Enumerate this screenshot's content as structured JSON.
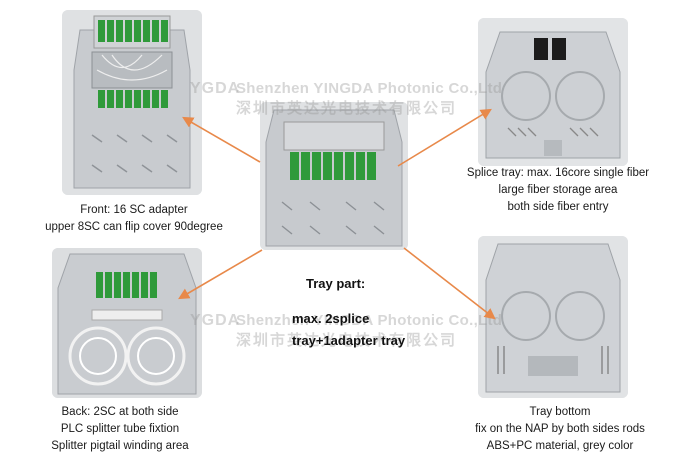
{
  "watermark": {
    "logo": "YGDA",
    "english": "Shenzhen YINGDA Photonic Co.,Ltd",
    "chinese": "深圳市英达光电技术有限公司"
  },
  "captions": {
    "front": [
      "Front: 16 SC adapter",
      "upper 8SC can flip cover 90degree"
    ],
    "splice": [
      "Splice tray: max. 16core single fiber",
      "large fiber storage area",
      "both side fiber entry"
    ],
    "back": [
      "Back: 2SC at both side",
      "PLC splitter tube fixtion",
      "Splitter pigtail winding area"
    ],
    "bottom": [
      "Tray bottom",
      "fix on the NAP by both sides rods",
      "ABS+PC material, grey color"
    ]
  },
  "tray": {
    "title": "Tray part:",
    "line1": "max. 2splice",
    "line2": "tray+1adapter tray"
  },
  "colors": {
    "arrow": "#e8894a",
    "tray_grey": "#c9ccd0",
    "adapter_green": "#2f9a3a"
  }
}
